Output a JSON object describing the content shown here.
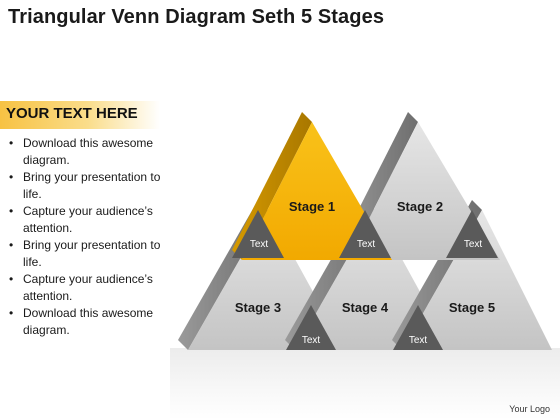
{
  "title": "Triangular Venn Diagram Seth 5 Stages",
  "banner": "YOUR TEXT HERE",
  "bullets": [
    "Download this awesome diagram.",
    "Bring your presentation to life.",
    "Capture your audience’s attention.",
    "Bring your presentation to life.",
    "Capture your audience’s attention.",
    "Download this awesome diagram."
  ],
  "stages": [
    "Stage 1",
    "Stage 2",
    "Stage 3",
    "Stage 4",
    "Stage 5"
  ],
  "inner_labels": [
    "Text",
    "Text",
    "Text",
    "Text",
    "Text"
  ],
  "footer": "Your Logo",
  "colors": {
    "highlight": "#f7b500",
    "highlight_dark": "#c98e00",
    "grey_face": "#d2d2d2",
    "grey_side": "#8a8a8a",
    "overlap": "#555555",
    "banner": "#f7c243"
  }
}
